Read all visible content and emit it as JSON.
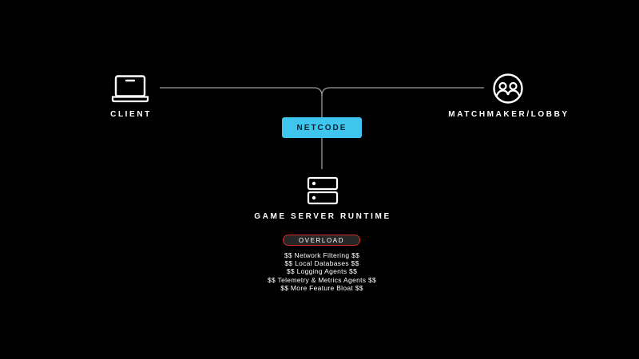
{
  "nodes": {
    "client": {
      "label": "CLIENT",
      "icon": "laptop-icon"
    },
    "matchmaker": {
      "label": "MATCHMAKER/LOBBY",
      "icon": "users-icon"
    },
    "netcode": {
      "label": "NETCODE"
    },
    "game_server": {
      "label": "GAME SERVER RUNTIME",
      "icon": "server-icon"
    }
  },
  "overload": {
    "badge_label": "OVERLOAD",
    "items": [
      "$$ Network Filtering $$",
      "$$ Local Databases $$",
      "$$ Logging Agents $$",
      "$$ Telemetry & Metrics Agents $$",
      "$$ More Feature Bloat $$"
    ]
  },
  "colors": {
    "background": "#000000",
    "netcode_fill": "#3ec6ee",
    "connector": "#9a9a9a",
    "overload_border": "#d42a2a",
    "text": "#ffffff"
  }
}
